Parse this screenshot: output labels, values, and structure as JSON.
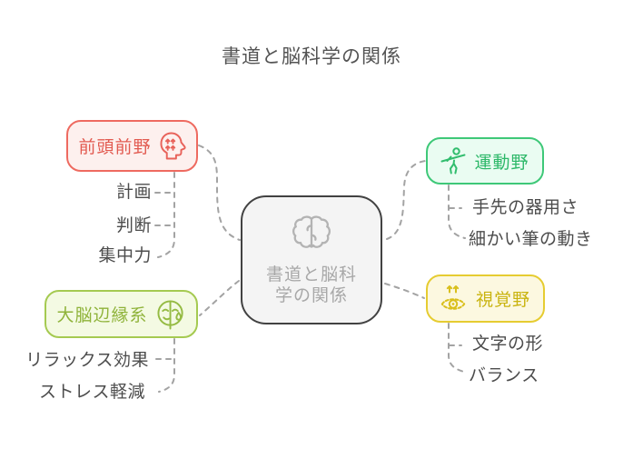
{
  "title": "書道と脳科学の関係",
  "center": {
    "label": "書道と脳科学の関係",
    "icon": "brain-icon"
  },
  "branches": [
    {
      "label": "前頭前野",
      "icon": "head-with-up-arrows",
      "accent": "#ee6a60",
      "background": "#fdf0ee",
      "children": [
        "計画",
        "判断",
        "集中力"
      ]
    },
    {
      "label": "運動野",
      "icon": "person-activity",
      "accent": "#3ec878",
      "background": "#eafcf2",
      "children": [
        "手先の器用さ",
        "細かい筆の動き"
      ]
    },
    {
      "label": "視覚野",
      "icon": "eye-with-up-arrows",
      "accent": "#e6cc31",
      "background": "#fcf8e0",
      "children": [
        "文字の形",
        "バランス"
      ]
    },
    {
      "label": "大脳辺縁系",
      "icon": "relaxed-face-with-droplet",
      "accent": "#a5ca51",
      "background": "#f4fae3",
      "children": [
        "リラックス効果",
        "ストレス軽減"
      ]
    }
  ],
  "colors": {
    "connector": "#a3a3a3",
    "center_border": "#424242",
    "center_background": "#f4f4f4",
    "center_text": "#a8a8a8",
    "leaf_text": "#4c4c4c",
    "title_text": "#545454"
  }
}
